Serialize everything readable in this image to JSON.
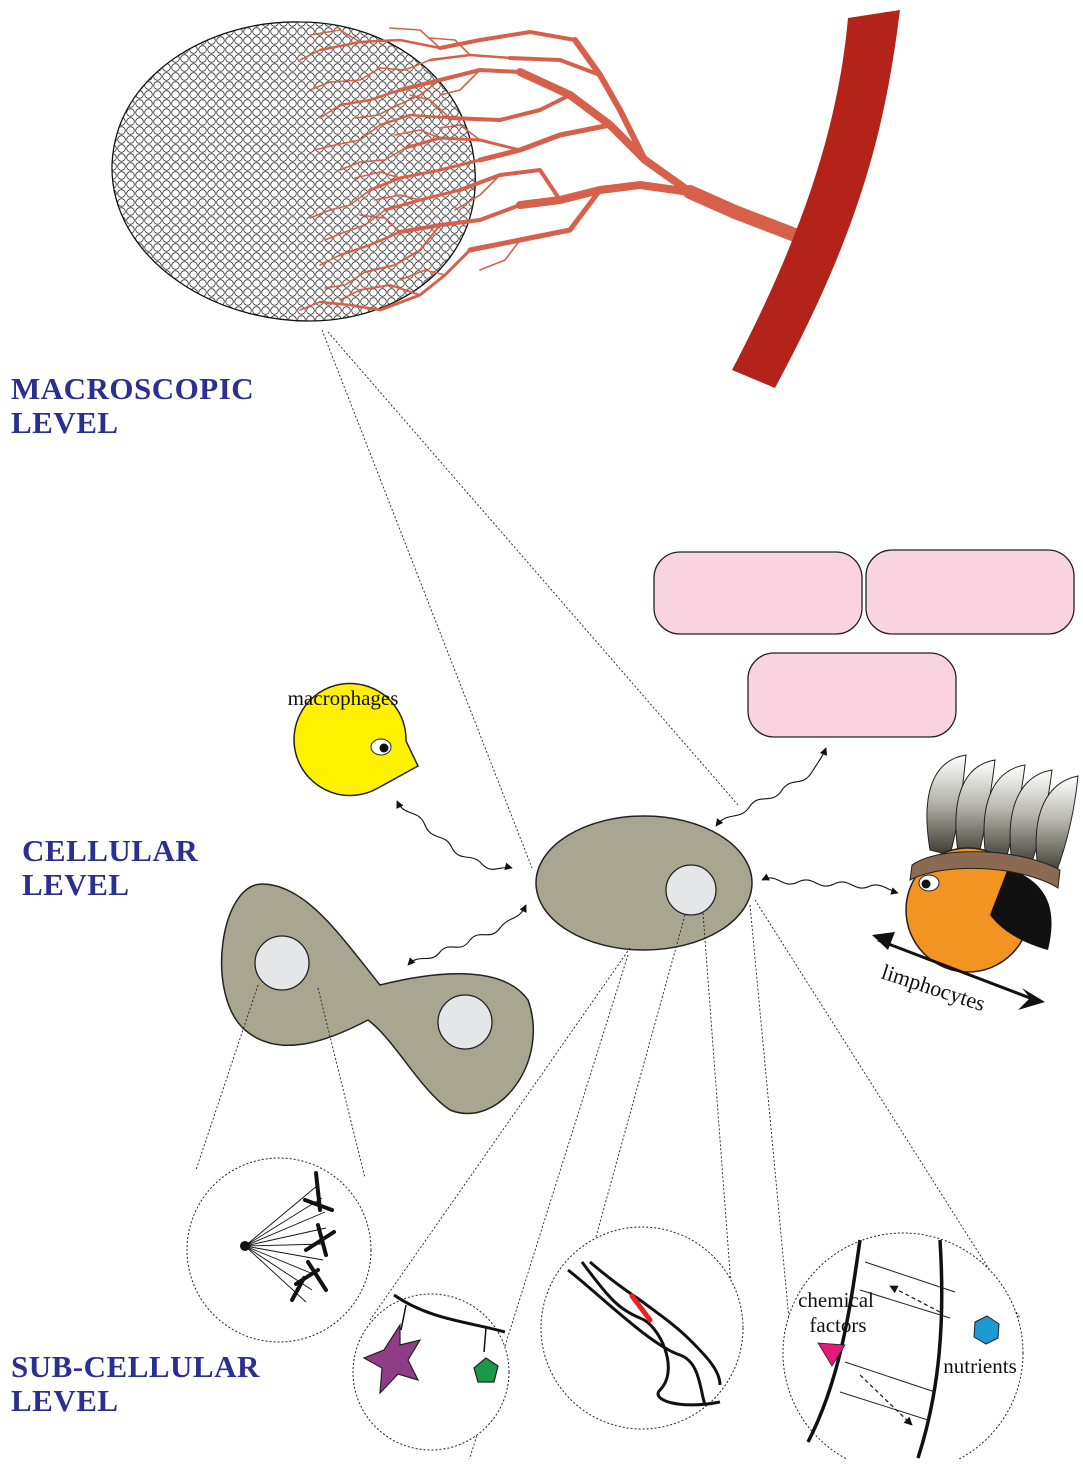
{
  "levels": {
    "macroscopic": {
      "line1": "MACROSCOPIC",
      "line2": "LEVEL"
    },
    "cellular": {
      "line1": "CELLULAR",
      "line2": "LEVEL"
    },
    "subcellular": {
      "line1": "SUB-CELLULAR",
      "line2": "LEVEL"
    }
  },
  "labels": {
    "macrophages": "macrophages",
    "limphocytes": "limphocytes",
    "chemical_factors_1": "chemical",
    "chemical_factors_2": "factors",
    "nutrients": "nutrients"
  },
  "colors": {
    "label_blue": "#2b2f8f",
    "artery": "#b3231a",
    "vessels": "#d6604a",
    "cell": "#a8a690",
    "nucleus": "#e4e6e8",
    "pink_cells": "#f9d3e0",
    "macrophage": "#fff200",
    "limphocyte": "#f39422",
    "star": "#8e3d86",
    "pentagon": "#1a9a49",
    "hexagon": "#1d9ad6",
    "chemical_factor": "#e5197a",
    "dna_mark": "#e8231f"
  }
}
